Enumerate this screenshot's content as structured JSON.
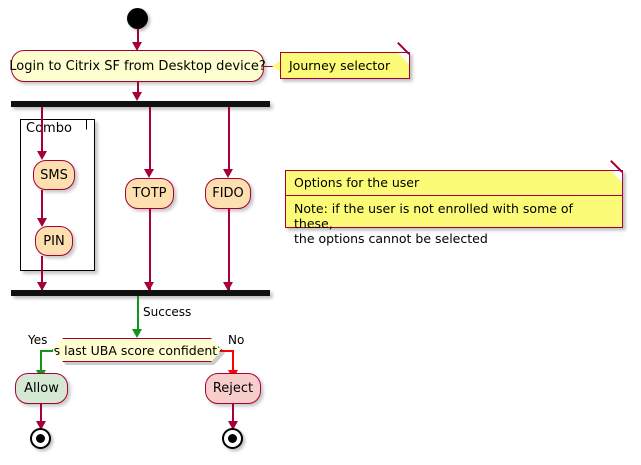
{
  "diagram": {
    "type": "activity-diagram",
    "colors": {
      "activity_fill": "#FEFECE",
      "activity_alt_fill": "#FEE0B0",
      "allow_fill": "#D5E8D4",
      "reject_fill": "#F8CECC",
      "note_fill": "#FBFB77",
      "border": "#A80036",
      "yes_arrow": "#109618",
      "no_arrow": "#FF0000",
      "bar": "#111111"
    },
    "nodes": {
      "start": "start-node",
      "login": "Login to Citrix SF from Desktop device?",
      "combo_group": "Combo",
      "sms": "SMS",
      "pin": "PIN",
      "totp": "TOTP",
      "fido": "FIDO",
      "decision": "is last UBA score confident?",
      "allow": "Allow",
      "reject": "Reject",
      "end_allow": "end-node",
      "end_reject": "end-node"
    },
    "edge_labels": {
      "success": "Success",
      "yes": "Yes",
      "no": "No"
    },
    "notes": {
      "journey_selector": "Journey selector"
    },
    "legend": {
      "title": "Options for the user",
      "body_line1": "Note: if the user is not enrolled with some of these,",
      "body_line2": "the options cannot be selected"
    }
  }
}
